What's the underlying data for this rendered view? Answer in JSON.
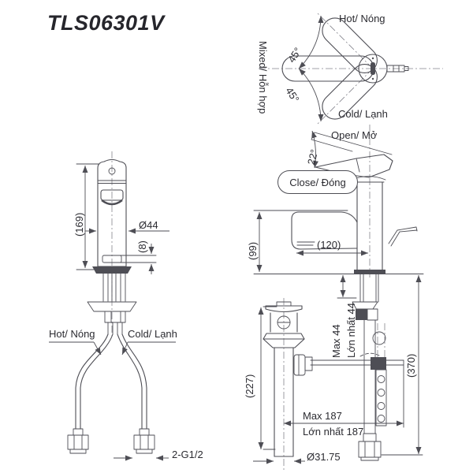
{
  "title": "TLS06301V",
  "colors": {
    "line": "#4e4e55",
    "text": "#2b2b31",
    "background": "#ffffff"
  },
  "top_view": {
    "hot": "Hot/ Nóng",
    "mixed": "Mixed/ Hỗn hợp",
    "cold": "Cold/ Lạnh",
    "angle_hot": "45°",
    "angle_cold": "45°"
  },
  "handle_view": {
    "open": "Open/ Mở",
    "close": "Close/ Đóng",
    "angle": "22°"
  },
  "side_view": {
    "spout_height": "(99)",
    "spout_reach": "(120)",
    "total_height": "(370)",
    "deck_max_en": "Max 44",
    "deck_max_vi": "Lớn nhất 44",
    "rod_max_en": "Max 187",
    "rod_max_vi": "Lớn nhất 187",
    "drain_height": "(227)",
    "drain_dia": "Ø31.75"
  },
  "front_view": {
    "height": "(169)",
    "body_dia": "Ø44",
    "outlet": "(8)",
    "hot": "Hot/ Nóng",
    "cold": "Cold/ Lạnh",
    "thread": "2-G1/2"
  }
}
